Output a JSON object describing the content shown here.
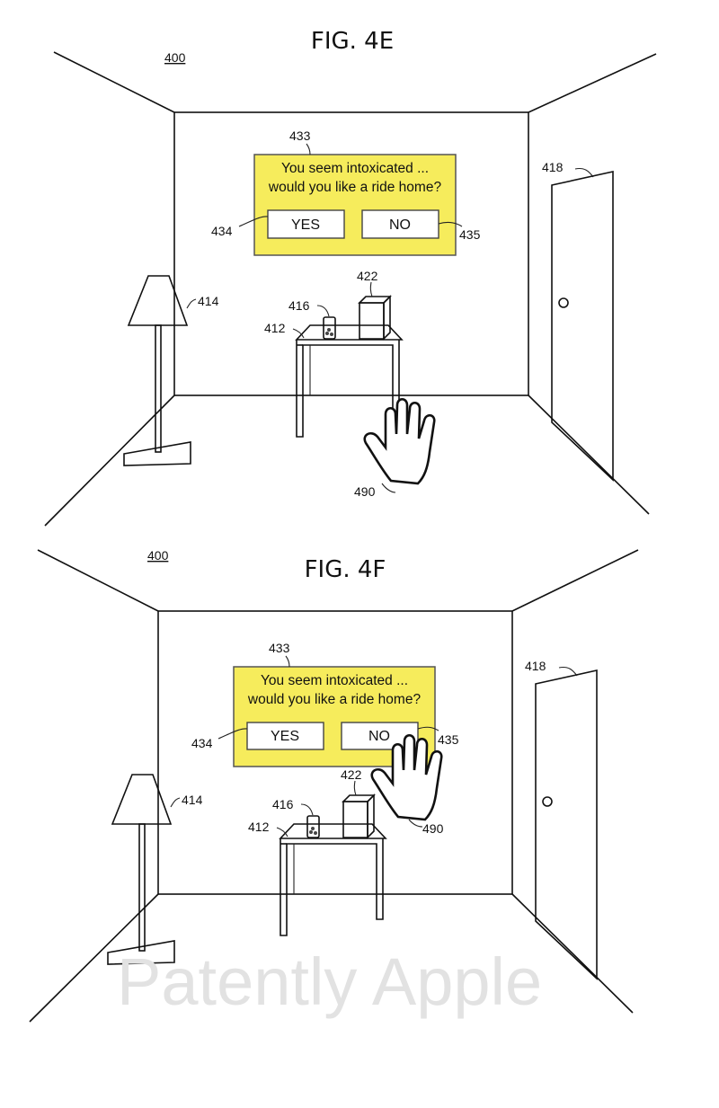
{
  "figures": [
    {
      "title": "FIG. 4E",
      "ref": "400",
      "dialog": {
        "ref": "433",
        "line1": "You seem intoxicated ...",
        "line2": "would you like a ride home?",
        "yes": "YES",
        "no": "NO",
        "yes_ref": "434",
        "no_ref": "435"
      },
      "labels": {
        "door": "418",
        "lamp": "414",
        "glass": "416",
        "table": "412",
        "box": "422",
        "hand": "490"
      }
    },
    {
      "title": "FIG. 4F",
      "ref": "400",
      "dialog": {
        "ref": "433",
        "line1": "You seem intoxicated ...",
        "line2": "would you like a ride home?",
        "yes": "YES",
        "no": "NO",
        "yes_ref": "434",
        "no_ref": "435"
      },
      "labels": {
        "door": "418",
        "lamp": "414",
        "glass": "416",
        "table": "412",
        "box": "422",
        "hand": "490"
      }
    }
  ],
  "watermark": "Patently Apple",
  "colors": {
    "dialog": "#f6ec5c",
    "line": "#111111"
  }
}
